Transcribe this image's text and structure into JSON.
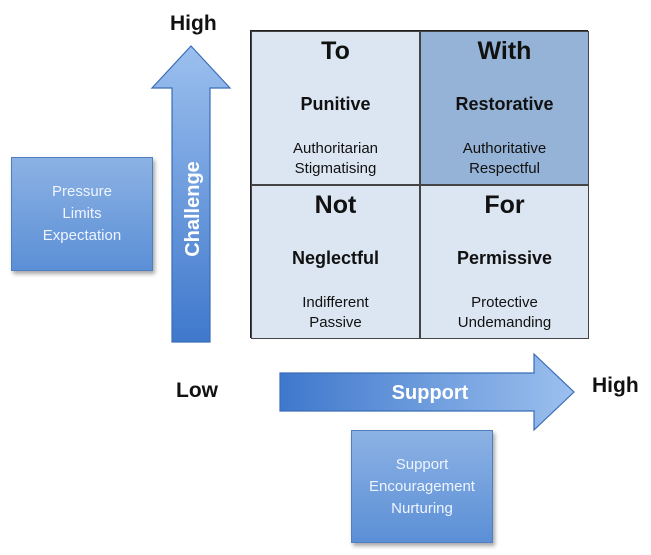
{
  "axes": {
    "y_high": "High",
    "low": "Low",
    "x_high": "High",
    "y_label": "Challenge",
    "x_label": "Support"
  },
  "challenge_box": {
    "lines": [
      "Pressure",
      "Limits",
      "Expectation"
    ]
  },
  "support_box": {
    "lines": [
      "Support",
      "Encouragement",
      "Nurturing"
    ]
  },
  "quadrants": [
    {
      "word": "To",
      "style": "Punitive",
      "desc": [
        "Authoritarian",
        "Stigmatising"
      ]
    },
    {
      "word": "With",
      "style": "Restorative",
      "desc": [
        "Authoritative",
        "Respectful"
      ]
    },
    {
      "word": "Not",
      "style": "Neglectful",
      "desc": [
        "Indifferent",
        "Passive"
      ]
    },
    {
      "word": "For",
      "style": "Permissive",
      "desc": [
        "Protective",
        "Undemanding"
      ]
    }
  ],
  "colors": {
    "box_fill": "#5b8fd6",
    "quadrant_light": "#dce6f2",
    "quadrant_dark": "#95b3d7"
  }
}
